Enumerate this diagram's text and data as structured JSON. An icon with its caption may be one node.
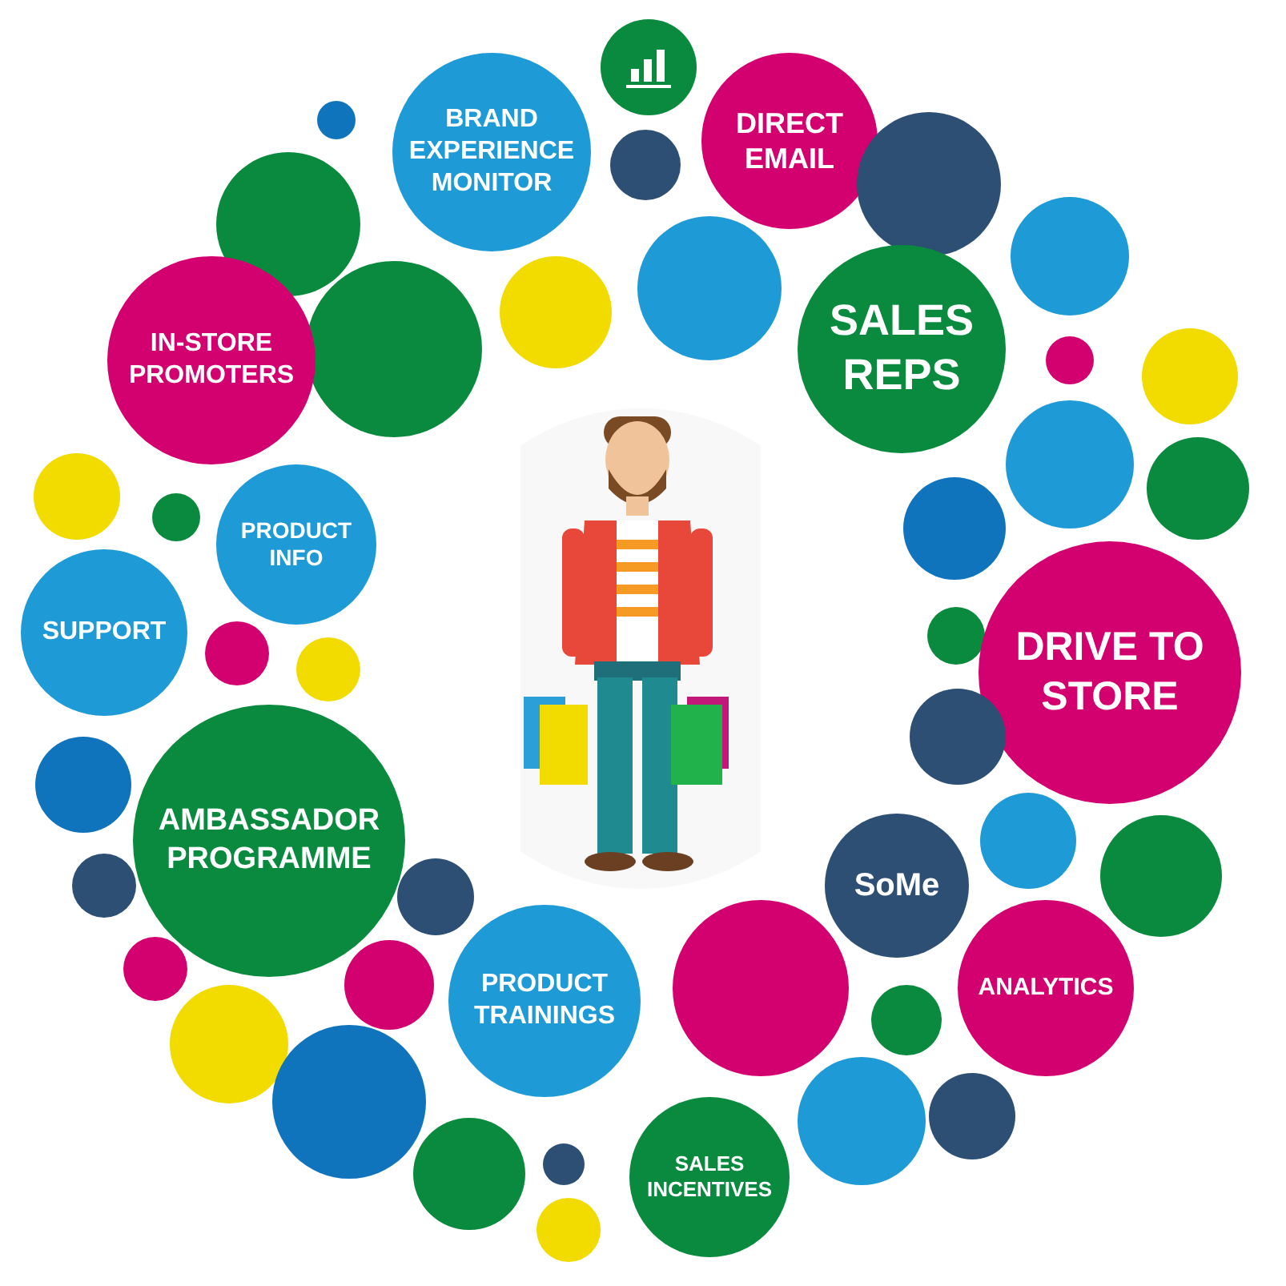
{
  "diagram": {
    "nodes": [
      {
        "text": [],
        "shape": "circle"
      },
      {
        "text": [],
        "shape": "circle"
      },
      {
        "text": [
          "DIRECT EMAIL"
        ]
      },
      {
        "text": [
          "BRAND EXPERIENCE MONITOR"
        ]
      },
      {
        "text": [],
        "shape": "circle"
      },
      {
        "text": [],
        "shape": "circle"
      },
      {
        "text": [],
        "shape": "circle"
      },
      {
        "text": [],
        "shape": "circle"
      },
      {
        "text": [],
        "shape": "circle"
      },
      {
        "text": [],
        "shape": "circle"
      },
      {
        "text": [
          "SALES REPS"
        ]
      },
      {
        "text": [],
        "shape": "circle"
      },
      {
        "text": [
          "IN-STORE PROMOTERS"
        ]
      },
      {
        "text": [],
        "shape": "circle"
      },
      {
        "text": [],
        "shape": "circle"
      },
      {
        "text": [],
        "shape": "circle"
      },
      {
        "text": [],
        "shape": "circle"
      },
      {
        "text": [],
        "shape": "circle"
      },
      {
        "text": [],
        "shape": "circle"
      },
      {
        "text": [],
        "shape": "circle"
      },
      {
        "text": [
          "PRODUCT INFO"
        ]
      },
      {
        "text": [
          "SUPPORT"
        ]
      },
      {
        "text": [],
        "shape": "circle"
      },
      {
        "text": [],
        "shape": "circle"
      },
      {
        "text": [],
        "shape": "circle"
      },
      {
        "text": [
          "DRIVE TO STORE"
        ]
      },
      {
        "text": [],
        "shape": "circle"
      },
      {
        "text": [],
        "shape": "circle"
      },
      {
        "text": [
          "AMBASSADOR PROGRAMME"
        ]
      },
      {
        "text": [],
        "shape": "circle"
      },
      {
        "text": [],
        "shape": "circle"
      },
      {
        "text": [],
        "shape": "circle"
      },
      {
        "text": [
          "SoMe"
        ]
      },
      {
        "text": [],
        "shape": "circle"
      },
      {
        "text": [],
        "shape": "circle"
      },
      {
        "text": [],
        "shape": "circle"
      },
      {
        "text": [
          "ANALYTICS"
        ]
      },
      {
        "text": [],
        "shape": "circle"
      },
      {
        "text": [
          "PRODUCT TRAININGS"
        ]
      },
      {
        "text": [],
        "shape": "circle"
      },
      {
        "text": [],
        "shape": "circle"
      },
      {
        "text": [],
        "shape": "circle"
      },
      {
        "text": [],
        "shape": "circle"
      },
      {
        "text": [],
        "shape": "circle"
      },
      {
        "text": [],
        "shape": "circle"
      },
      {
        "text": [],
        "shape": "circle"
      },
      {
        "text": [
          "SALES INCENTIVES"
        ]
      },
      {
        "text": [],
        "shape": "circle"
      }
    ]
  }
}
